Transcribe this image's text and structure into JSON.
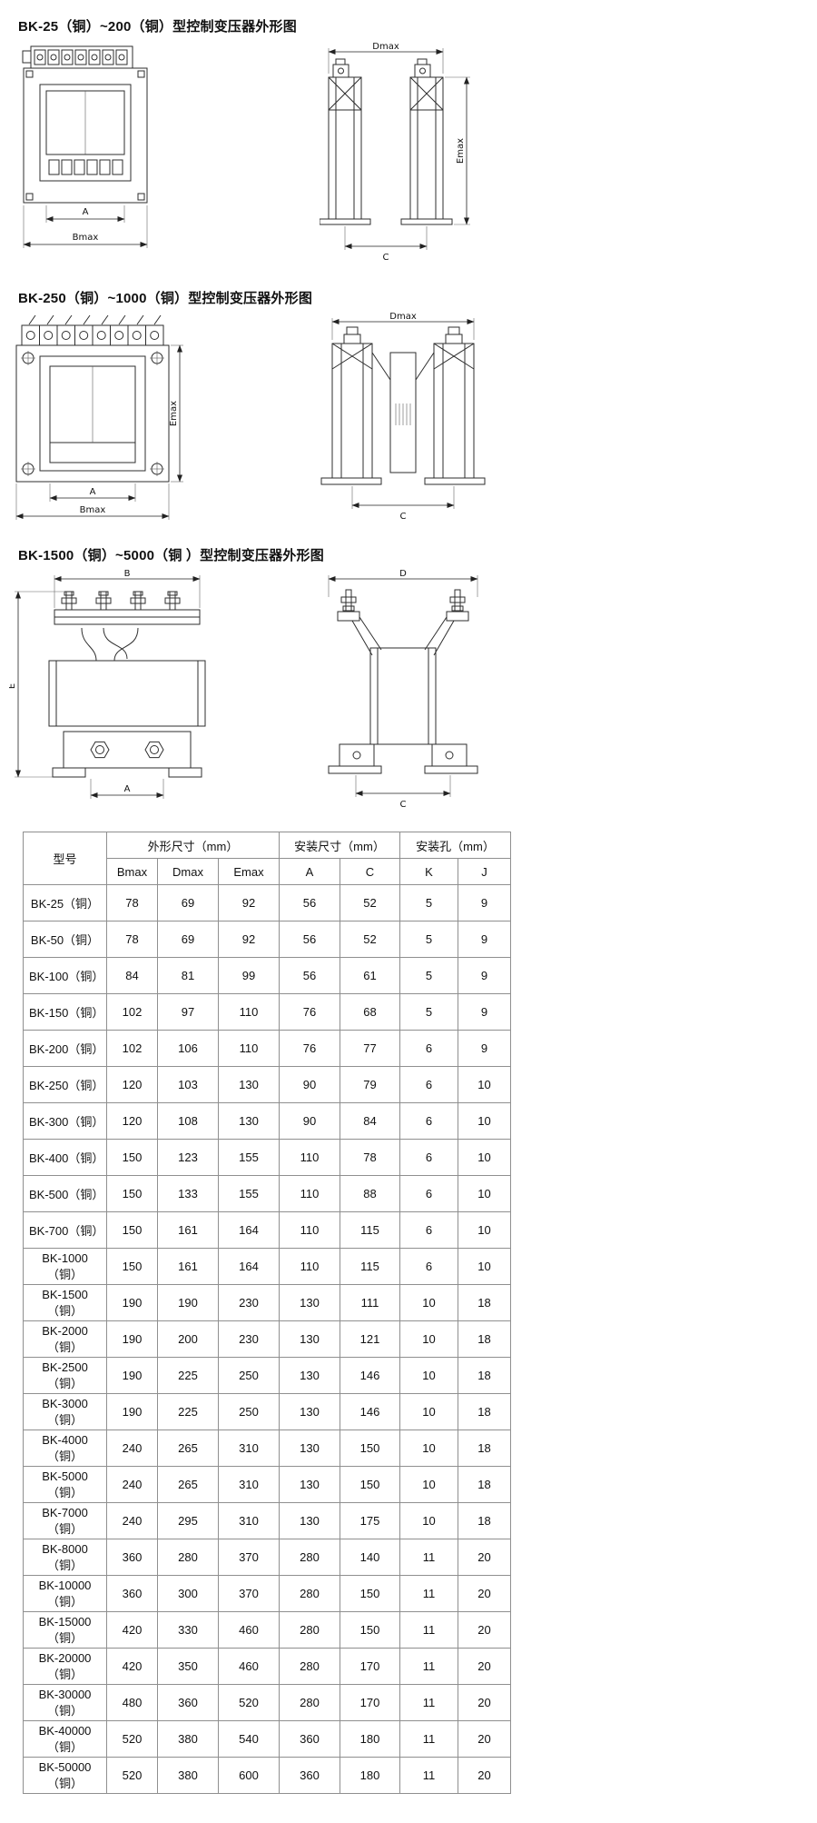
{
  "sections": [
    {
      "heading": "BK-25（铜）~200（铜）型控制变压器外形图",
      "labels": {
        "A": "A",
        "Bmax": "Bmax",
        "Dmax": "Dmax",
        "Emax": "Emax",
        "C": "C"
      }
    },
    {
      "heading": "BK-250（铜）~1000（铜）型控制变压器外形图",
      "labels": {
        "A": "A",
        "Bmax": "Bmax",
        "Dmax": "Dmax",
        "Emax": "Emax",
        "C": "C"
      }
    },
    {
      "heading": "BK-1500（铜）~5000（铜 ）型控制变压器外形图",
      "labels": {
        "B": "B",
        "E": "E",
        "A": "A",
        "D": "D",
        "C": "C"
      }
    }
  ],
  "table": {
    "model_header": "型号",
    "groups": [
      "外形尺寸（mm）",
      "安装尺寸（mm）",
      "安装孔（mm）"
    ],
    "columns": [
      "Bmax",
      "Dmax",
      "Emax",
      "A",
      "C",
      "K",
      "J"
    ],
    "rows": [
      {
        "model": "BK-25（铜）",
        "values": [
          "78",
          "69",
          "92",
          "56",
          "52",
          "5",
          "9"
        ]
      },
      {
        "model": "BK-50（铜）",
        "values": [
          "78",
          "69",
          "92",
          "56",
          "52",
          "5",
          "9"
        ]
      },
      {
        "model": "BK-100（铜）",
        "values": [
          "84",
          "81",
          "99",
          "56",
          "61",
          "5",
          "9"
        ]
      },
      {
        "model": "BK-150（铜）",
        "values": [
          "102",
          "97",
          "110",
          "76",
          "68",
          "5",
          "9"
        ]
      },
      {
        "model": "BK-200（铜）",
        "values": [
          "102",
          "106",
          "110",
          "76",
          "77",
          "6",
          "9"
        ]
      },
      {
        "model": "BK-250（铜）",
        "values": [
          "120",
          "103",
          "130",
          "90",
          "79",
          "6",
          "10"
        ]
      },
      {
        "model": "BK-300（铜）",
        "values": [
          "120",
          "108",
          "130",
          "90",
          "84",
          "6",
          "10"
        ]
      },
      {
        "model": "BK-400（铜）",
        "values": [
          "150",
          "123",
          "155",
          "110",
          "78",
          "6",
          "10"
        ]
      },
      {
        "model": "BK-500（铜）",
        "values": [
          "150",
          "133",
          "155",
          "110",
          "88",
          "6",
          "10"
        ]
      },
      {
        "model": "BK-700（铜）",
        "values": [
          "150",
          "161",
          "164",
          "110",
          "115",
          "6",
          "10"
        ]
      },
      {
        "model": "BK-1000（铜）",
        "values": [
          "150",
          "161",
          "164",
          "110",
          "115",
          "6",
          "10"
        ]
      },
      {
        "model": "BK-1500（铜）",
        "values": [
          "190",
          "190",
          "230",
          "130",
          "111",
          "10",
          "18"
        ]
      },
      {
        "model": "BK-2000（铜）",
        "values": [
          "190",
          "200",
          "230",
          "130",
          "121",
          "10",
          "18"
        ]
      },
      {
        "model": "BK-2500（铜）",
        "values": [
          "190",
          "225",
          "250",
          "130",
          "146",
          "10",
          "18"
        ]
      },
      {
        "model": "BK-3000（铜）",
        "values": [
          "190",
          "225",
          "250",
          "130",
          "146",
          "10",
          "18"
        ]
      },
      {
        "model": "BK-4000（铜）",
        "values": [
          "240",
          "265",
          "310",
          "130",
          "150",
          "10",
          "18"
        ]
      },
      {
        "model": "BK-5000（铜）",
        "values": [
          "240",
          "265",
          "310",
          "130",
          "150",
          "10",
          "18"
        ]
      },
      {
        "model": "BK-7000（铜）",
        "values": [
          "240",
          "295",
          "310",
          "130",
          "175",
          "10",
          "18"
        ]
      },
      {
        "model": "BK-8000（铜）",
        "values": [
          "360",
          "280",
          "370",
          "280",
          "140",
          "11",
          "20"
        ]
      },
      {
        "model": "BK-10000（铜）",
        "values": [
          "360",
          "300",
          "370",
          "280",
          "150",
          "11",
          "20"
        ]
      },
      {
        "model": "BK-15000（铜）",
        "values": [
          "420",
          "330",
          "460",
          "280",
          "150",
          "11",
          "20"
        ]
      },
      {
        "model": "BK-20000（铜）",
        "values": [
          "420",
          "350",
          "460",
          "280",
          "170",
          "11",
          "20"
        ]
      },
      {
        "model": "BK-30000（铜）",
        "values": [
          "480",
          "360",
          "520",
          "280",
          "170",
          "11",
          "20"
        ]
      },
      {
        "model": "BK-40000（铜）",
        "values": [
          "520",
          "380",
          "540",
          "360",
          "180",
          "11",
          "20"
        ]
      },
      {
        "model": "BK-50000（铜）",
        "values": [
          "520",
          "380",
          "600",
          "360",
          "180",
          "11",
          "20"
        ]
      }
    ]
  }
}
